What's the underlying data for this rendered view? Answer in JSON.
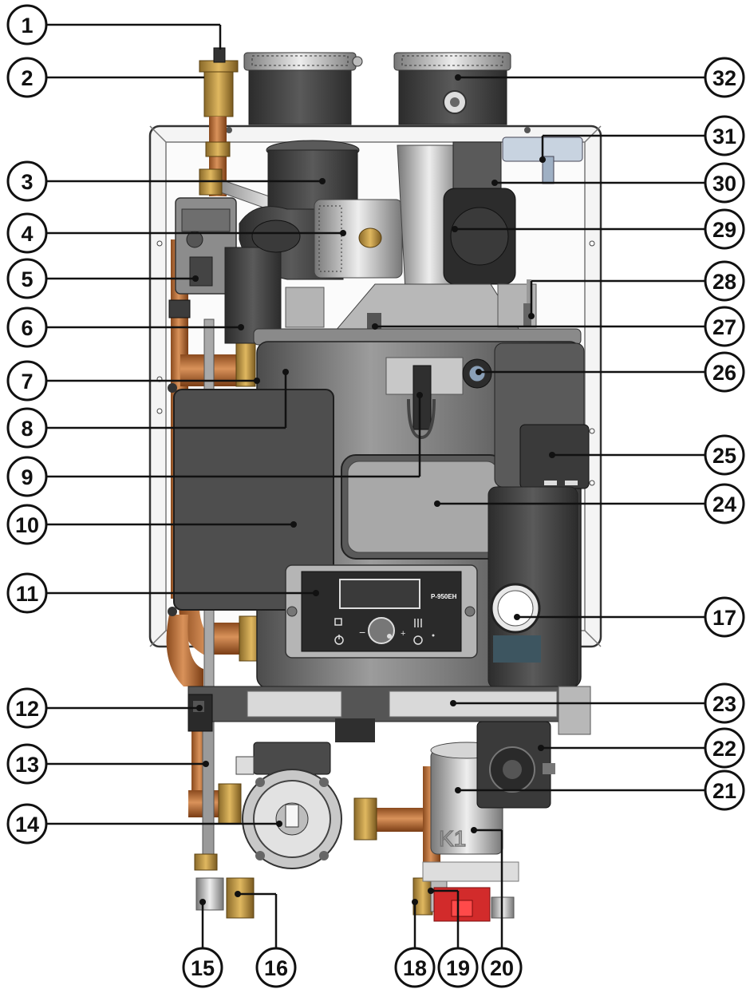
{
  "callouts": [
    {
      "n": "1"
    },
    {
      "n": "2"
    },
    {
      "n": "3"
    },
    {
      "n": "4"
    },
    {
      "n": "5"
    },
    {
      "n": "6"
    },
    {
      "n": "7"
    },
    {
      "n": "8"
    },
    {
      "n": "9"
    },
    {
      "n": "10"
    },
    {
      "n": "11"
    },
    {
      "n": "12"
    },
    {
      "n": "13"
    },
    {
      "n": "14"
    },
    {
      "n": "15"
    },
    {
      "n": "16"
    },
    {
      "n": "17"
    },
    {
      "n": "18"
    },
    {
      "n": "19"
    },
    {
      "n": "20"
    },
    {
      "n": "21"
    },
    {
      "n": "22"
    },
    {
      "n": "23"
    },
    {
      "n": "24"
    },
    {
      "n": "25"
    },
    {
      "n": "26"
    },
    {
      "n": "27"
    },
    {
      "n": "28"
    },
    {
      "n": "29"
    },
    {
      "n": "30"
    },
    {
      "n": "31"
    },
    {
      "n": "32"
    }
  ],
  "control_panel": {
    "model": "P-950EH"
  },
  "labels": {
    "bottom_valve_mark": "K1"
  }
}
